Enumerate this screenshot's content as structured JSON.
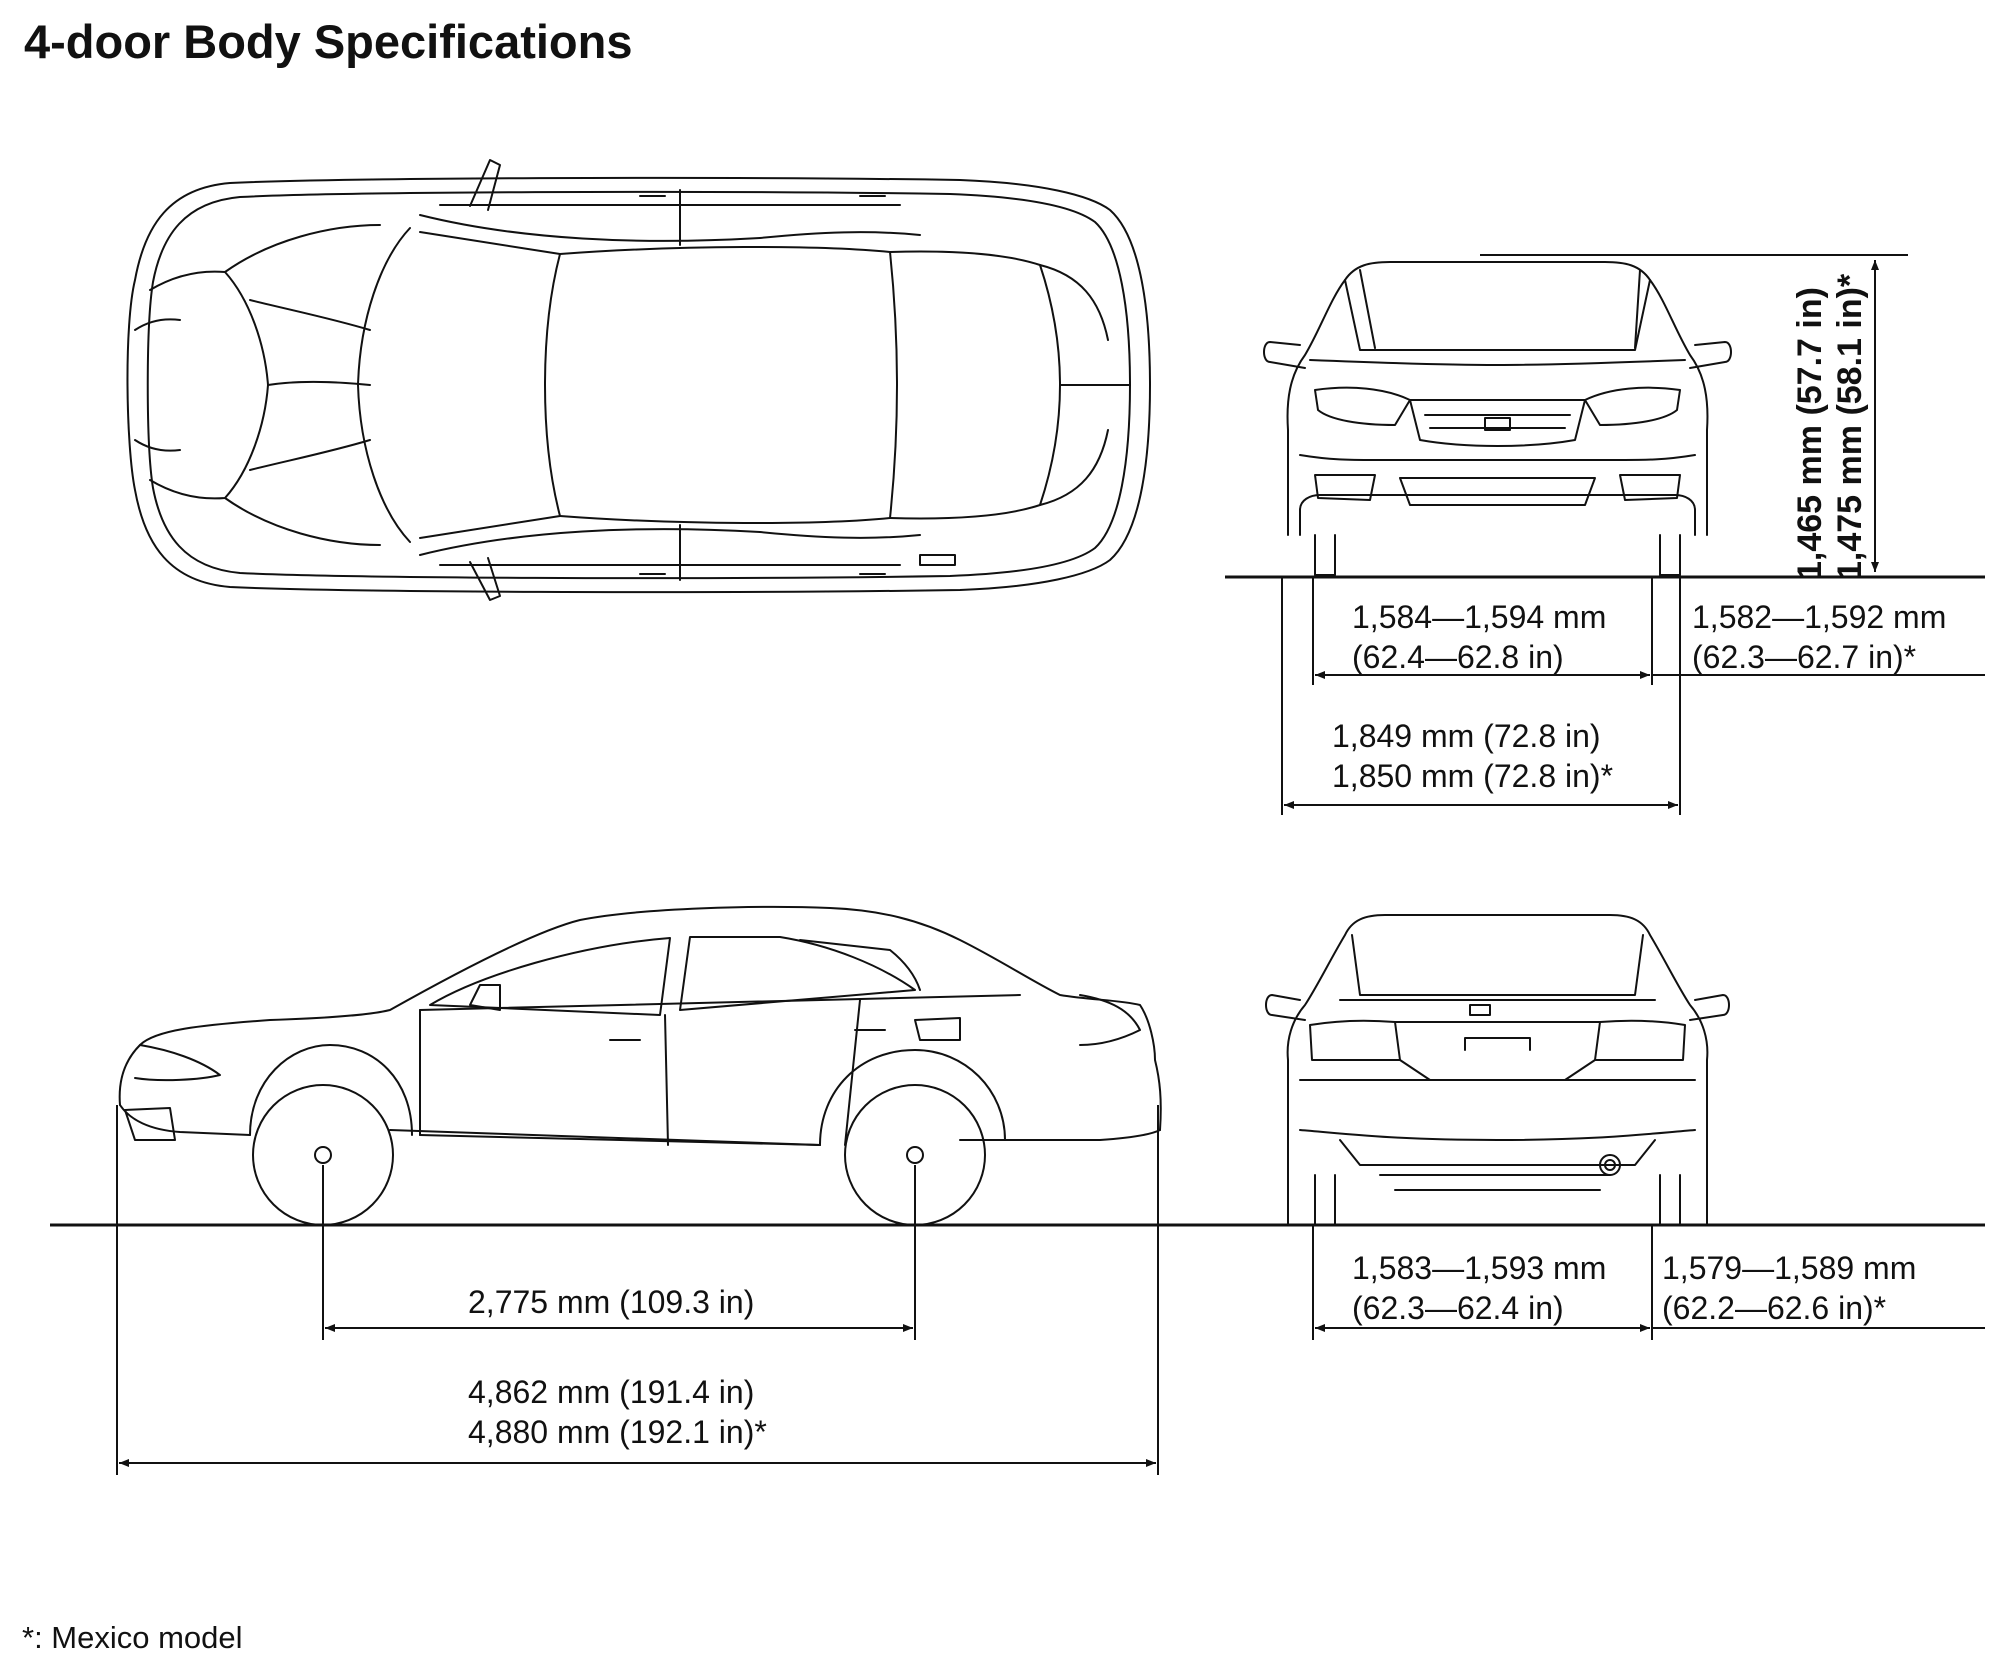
{
  "title": "4-door Body Specifications",
  "footnote": "*: Mexico model",
  "dimensions": {
    "front_track": {
      "line1": "1,584—1,594 mm",
      "line2": "(62.4—62.8 in)"
    },
    "front_track_mexico": {
      "line1": "1,582—1,592 mm",
      "line2": "(62.3—62.7 in)*"
    },
    "overall_width": {
      "line1": "1,849 mm (72.8 in)",
      "line2": "1,850 mm (72.8 in)*"
    },
    "overall_height": {
      "line1": "1,465 mm (57.7 in)",
      "line2": "1,475 mm (58.1 in)*"
    },
    "wheelbase": {
      "line1": "2,775 mm (109.3 in)"
    },
    "overall_length": {
      "line1": "4,862 mm (191.4 in)",
      "line2": "4,880 mm (192.1 in)*"
    },
    "rear_track": {
      "line1": "1,583—1,593 mm",
      "line2": "(62.3—62.4 in)"
    },
    "rear_track_mexico": {
      "line1": "1,579—1,589 mm",
      "line2": "(62.2—62.6 in)*"
    }
  },
  "colors": {
    "ink": "#111111",
    "background": "#ffffff"
  }
}
